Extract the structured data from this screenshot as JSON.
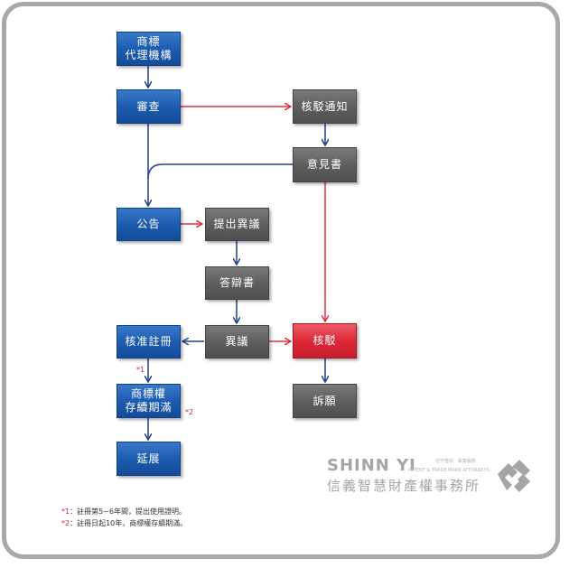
{
  "nodes": {
    "agency": "商標\n代理機構",
    "review": "審查",
    "rejection_notice": "核駁通知",
    "opinion": "意見書",
    "publication": "公告",
    "opposition": "提出異議",
    "reply": "答辯書",
    "objection": "異議",
    "approve_registration": "核准註冊",
    "rejection": "核駁",
    "expiry": "商標權\n存續期滿",
    "appeal": "訴願",
    "renewal": "延展"
  },
  "markers": {
    "m1": "*1",
    "m2": "*2"
  },
  "notes": [
    {
      "mark": "*1",
      "text": "：註冊第5~6年間，提出使用證明。"
    },
    {
      "mark": "*2",
      "text": "：註冊日起10年，商標權存續期滿。"
    }
  ],
  "logo": {
    "name": "SHINN YI",
    "motto": "信守卷宗 · 專業服務",
    "subtitle": "PATENT & TRADE MARK ATTORNEYS",
    "chinese": "信義智慧財產權事務所"
  },
  "colors": {
    "blue_arrow": "#1f3f8f",
    "red_arrow": "#e0303f",
    "blue_box": "#1d5cb0",
    "gray_box": "#5f5f5f",
    "red_box": "#dc2535"
  }
}
